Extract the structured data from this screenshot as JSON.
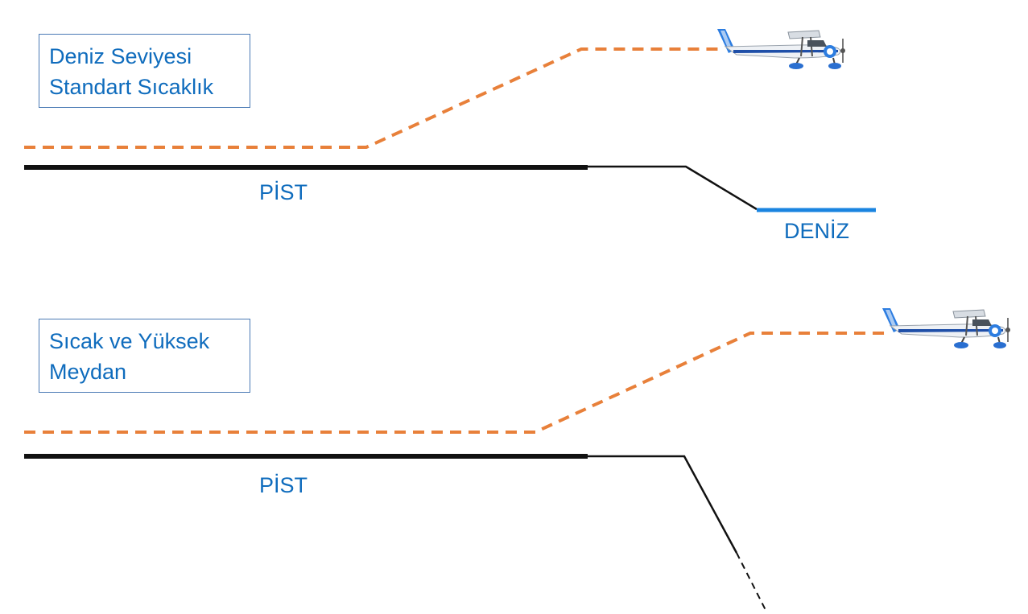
{
  "scenarios": [
    {
      "caption_lines": [
        "Deniz Seviyesi",
        "Standart Sıcaklık"
      ],
      "runway_label": "PİST",
      "terrain_label": "DENİZ"
    },
    {
      "caption_lines": [
        "Sıcak ve Yüksek",
        "Meydan"
      ],
      "runway_label": "PİST"
    }
  ],
  "colors": {
    "flight_path": "#e8803a",
    "runway": "#111111",
    "sea": "#1a84e0",
    "text": "#0f6cbd",
    "box_border": "#4a7ab5"
  },
  "icons": [
    "airplane-icon",
    "airplane-icon"
  ]
}
